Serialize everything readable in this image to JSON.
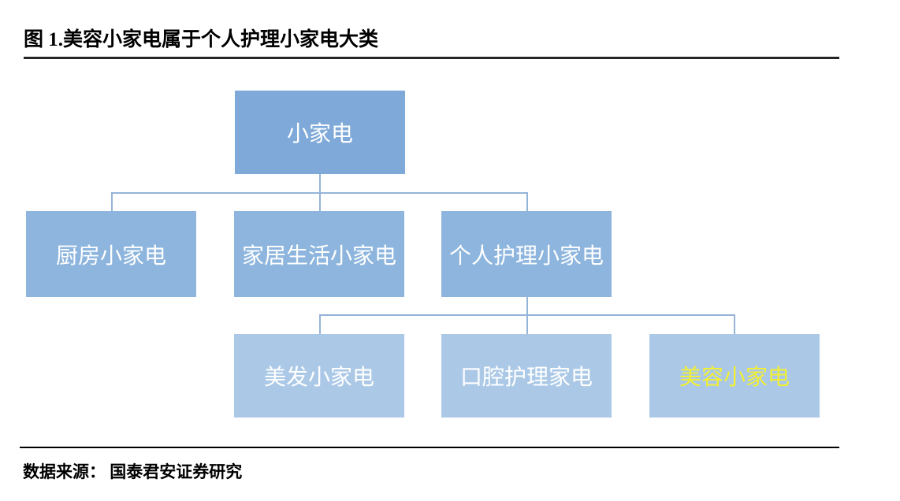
{
  "title": "图 1.美容小家电属于个人护理小家电大类",
  "source": "数据来源： 国泰君安证券研究",
  "colors": {
    "level1_box": "#7ea9d8",
    "level2_box": "#8db5dd",
    "level3_box": "#abc9e7",
    "connector": "#95b3d7",
    "box_text": "#ffffff",
    "highlight_text": "#f2ef33",
    "title_text": "#000000"
  },
  "chart_data": {
    "type": "tree",
    "title": "图 1.美容小家电属于个人护理小家电大类",
    "source": "数据来源： 国泰君安证券研究",
    "root": {
      "label": "小家电",
      "children": [
        {
          "label": "厨房小家电",
          "children": []
        },
        {
          "label": "家居生活小家电",
          "children": []
        },
        {
          "label": "个人护理小家电",
          "children": [
            {
              "label": "美发小家电",
              "highlighted": false
            },
            {
              "label": "口腔护理家电",
              "highlighted": false
            },
            {
              "label": "美容小家电",
              "highlighted": true
            }
          ]
        }
      ]
    }
  }
}
